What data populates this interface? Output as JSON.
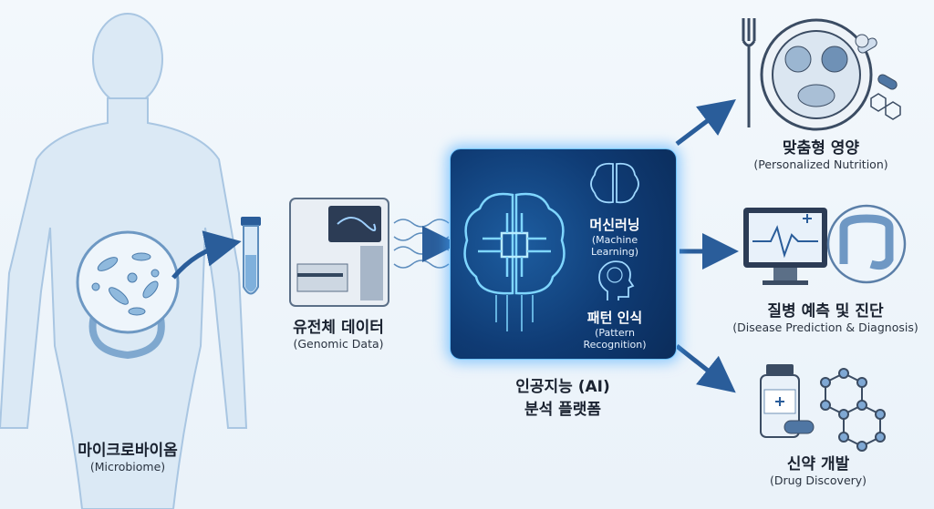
{
  "microbiome": {
    "title_ko": "마이크로바이옴",
    "title_en": "(Microbiome)"
  },
  "genomic": {
    "title_ko": "유전체 데이터",
    "title_en": "(Genomic Data)"
  },
  "ai_platform": {
    "title_ko_line1": "인공지능 (AI)",
    "title_ko_line2": "분석 플랫폼",
    "machine_learning": {
      "ko": "머신러닝",
      "en": "(Machine Learning)"
    },
    "pattern_recognition": {
      "ko": "패턴 인식",
      "en": "(Pattern Recognition)"
    }
  },
  "outputs": [
    {
      "ko": "맞춤형 영양",
      "en": "(Personalized Nutrition)",
      "icon": "nutrition-plate-icon"
    },
    {
      "ko": "질병 예측 및 진단",
      "en": "(Disease Prediction & Diagnosis)",
      "icon": "monitor-colon-icon"
    },
    {
      "ko": "신약 개발",
      "en": "(Drug Discovery)",
      "icon": "medicine-molecule-icon"
    }
  ],
  "colors": {
    "accent": "#1f5fa8",
    "glow": "#5cc8ff",
    "box": "#0f3b74",
    "arrow": "#2a5d9a"
  }
}
